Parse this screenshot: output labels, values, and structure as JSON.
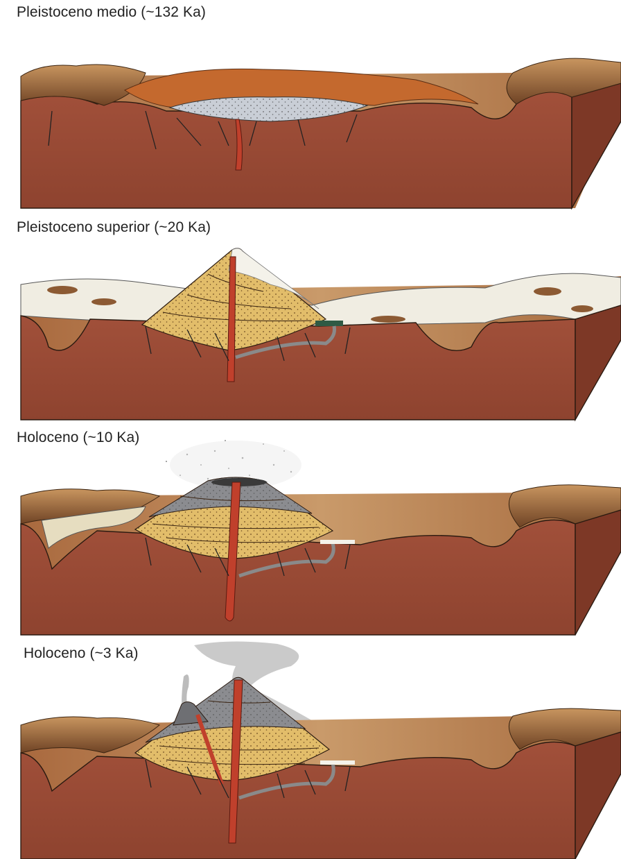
{
  "panels": [
    {
      "title": "Pleistoceno medio (~132 Ka)"
    },
    {
      "title": "Pleistoceno superior (~20 Ka)"
    },
    {
      "title": "Holoceno (~10 Ka)"
    },
    {
      "title": "Holoceno (~3 Ka)"
    }
  ],
  "colors": {
    "crust": "#9b4a34",
    "crust_side": "#7d3826",
    "surface": "#b07548",
    "highland": "#8c5a33",
    "caldera": "#c4692e",
    "lake": "#c9ced6",
    "snow": "#f0ede2",
    "pyroclastic": "#e2bd6a",
    "lava_grey": "#8b8c90",
    "conduit": "#c0402c",
    "plume": "#b8b8b8"
  }
}
